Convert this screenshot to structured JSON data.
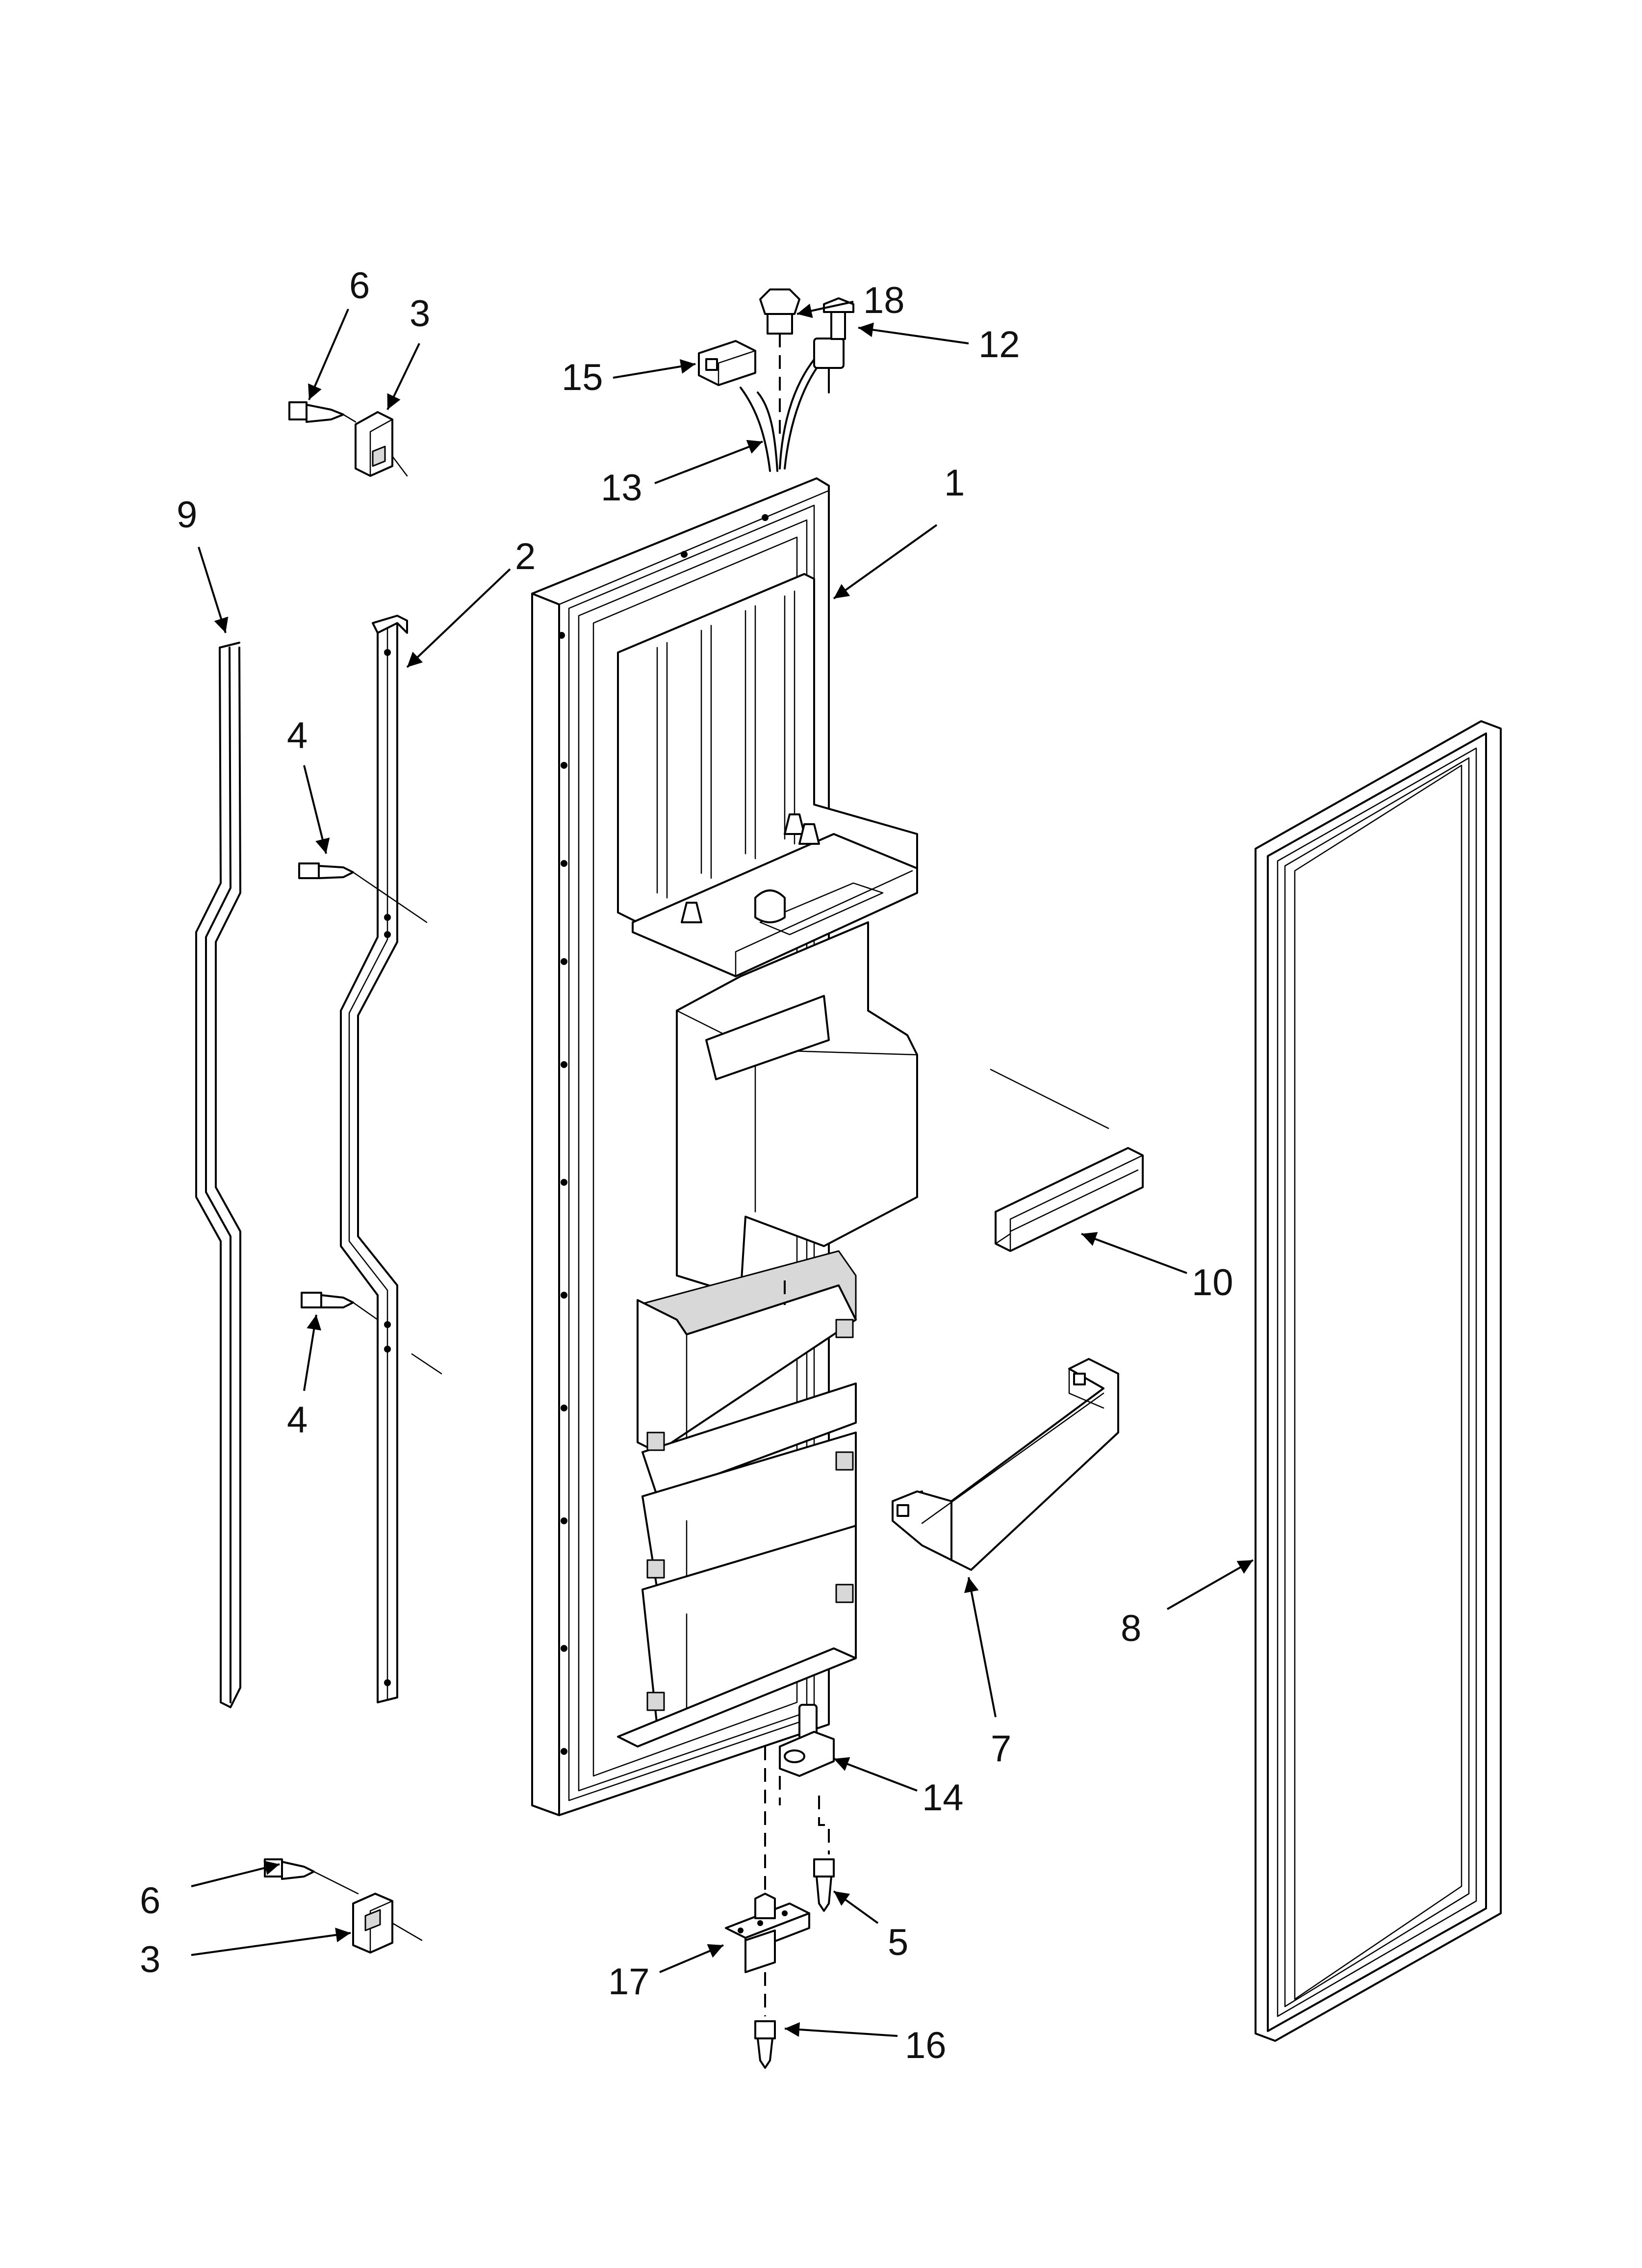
{
  "callouts": [
    {
      "id": "c18a",
      "text": "18"
    },
    {
      "id": "c12",
      "text": "12"
    },
    {
      "id": "c15",
      "text": "15"
    },
    {
      "id": "c13",
      "text": "13"
    },
    {
      "id": "c1",
      "text": "1"
    },
    {
      "id": "c6top",
      "text": "6"
    },
    {
      "id": "c3top",
      "text": "3"
    },
    {
      "id": "c9",
      "text": "9"
    },
    {
      "id": "c2",
      "text": "2"
    },
    {
      "id": "c4top",
      "text": "4"
    },
    {
      "id": "c4bot",
      "text": "4"
    },
    {
      "id": "c10",
      "text": "10"
    },
    {
      "id": "c7",
      "text": "7"
    },
    {
      "id": "c8",
      "text": "8"
    },
    {
      "id": "c14",
      "text": "14"
    },
    {
      "id": "c5",
      "text": "5"
    },
    {
      "id": "c6bot",
      "text": "6"
    },
    {
      "id": "c3bot",
      "text": "3"
    },
    {
      "id": "c17",
      "text": "17"
    },
    {
      "id": "c16",
      "text": "16"
    }
  ]
}
